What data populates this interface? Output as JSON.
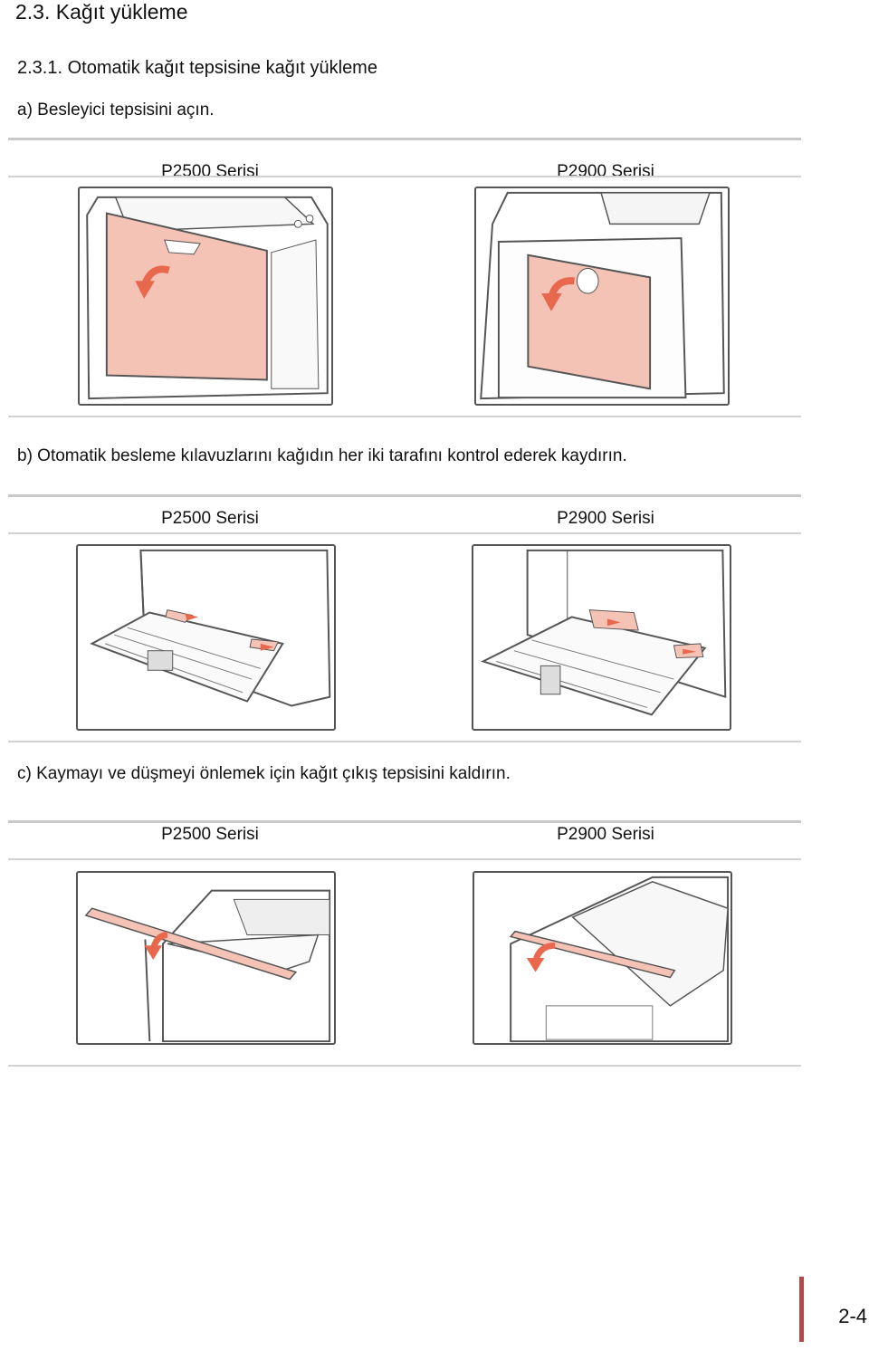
{
  "section_title": "2.3. Kağıt yükleme",
  "subsection_title": "2.3.1. Otomatik kağıt tepsisine kağıt yükleme",
  "steps": [
    {
      "text": "a) Besleyici tepsisini açın.",
      "left_label": "P2500 Serisi",
      "right_label": "P2900 Serisi"
    },
    {
      "text": "b) Otomatik besleme kılavuzlarını kağıdın her iki tarafını kontrol ederek kaydırın.",
      "left_label": "P2500 Serisi",
      "right_label": "P2900 Serisi"
    },
    {
      "text": "c) Kaymayı ve düşmeyi  önlemek için kağıt çıkış tepsisini kaldırın.",
      "left_label": "P2500 Serisi",
      "right_label": "P2900 Serisi"
    }
  ],
  "page_number": "2-4",
  "colors": {
    "highlight": "#f4c3b6",
    "arrow": "#e8684e",
    "rule": "#c8c8c8",
    "accent_bar": "#b24848"
  }
}
